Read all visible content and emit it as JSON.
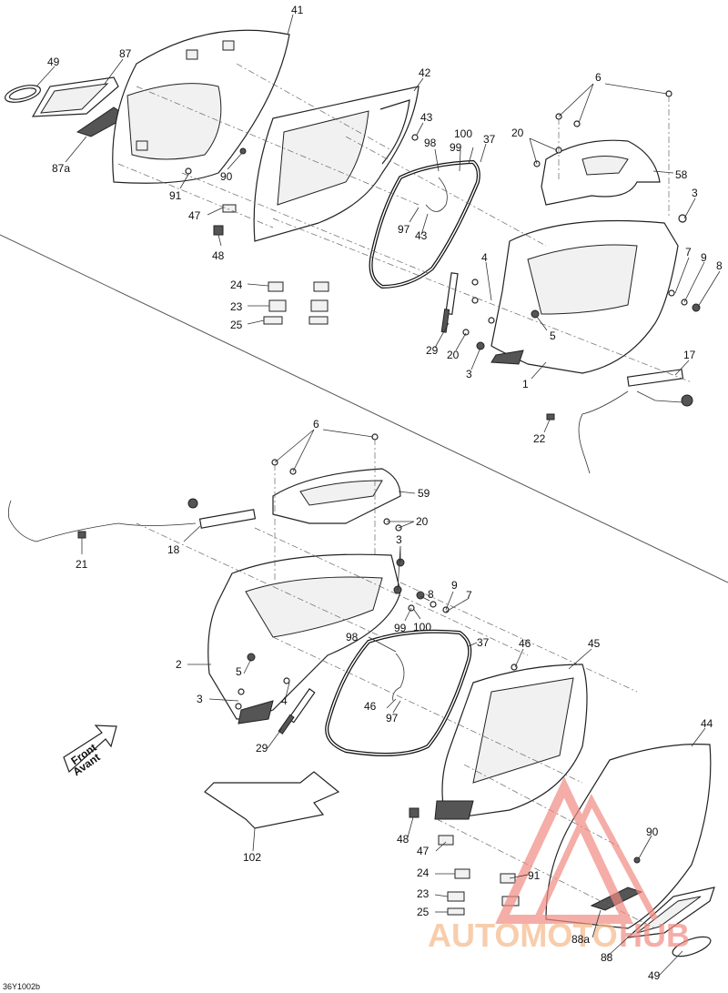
{
  "diagram": {
    "code": "36Y1002b",
    "front_arrow": {
      "line1": "Front",
      "line2": "Avant"
    },
    "watermark": {
      "brand_a": "AUTOMOTO",
      "brand_b": "HUB",
      "color_a": "#f5b88a",
      "color_b": "#f28b82"
    }
  },
  "callouts": {
    "c41": "41",
    "c49a": "49",
    "c87": "87",
    "c87a": "87a",
    "c90a": "90",
    "c91a": "91",
    "c47a": "47",
    "c48a": "48",
    "c42": "42",
    "c43a": "43",
    "c98a": "98",
    "c100a": "100",
    "c99a": "99",
    "c37a": "37",
    "c97a": "97",
    "c43b": "43",
    "c24a": "24",
    "c23a": "23",
    "c25a": "25",
    "c6a": "6",
    "c20a": "20",
    "c58": "58",
    "c3a": "3",
    "c4a": "4",
    "c7a": "7",
    "c9a": "9",
    "c8a": "8",
    "c5a": "5",
    "c29a": "29",
    "c20b": "20",
    "c3b": "3",
    "c1": "1",
    "c17": "17",
    "c22": "22",
    "c6b": "6",
    "c59": "59",
    "c20c": "20",
    "c18": "18",
    "c21": "21",
    "c3c": "3",
    "c8b": "8",
    "c9b": "9",
    "c7b": "7",
    "c98b": "98",
    "c99b": "99",
    "c100b": "100",
    "c37b": "37",
    "c2": "2",
    "c5b": "5",
    "c3d": "3",
    "c4b": "4",
    "c46a": "46",
    "c97b": "97",
    "c29b": "29",
    "c46b": "46",
    "c45": "45",
    "c44": "44",
    "c102": "102",
    "c48b": "48",
    "c47b": "47",
    "c90b": "90",
    "c24b": "24",
    "c91b": "91",
    "c23b": "23",
    "c25b": "25",
    "c88a": "88a",
    "c88": "88",
    "c49b": "49"
  }
}
